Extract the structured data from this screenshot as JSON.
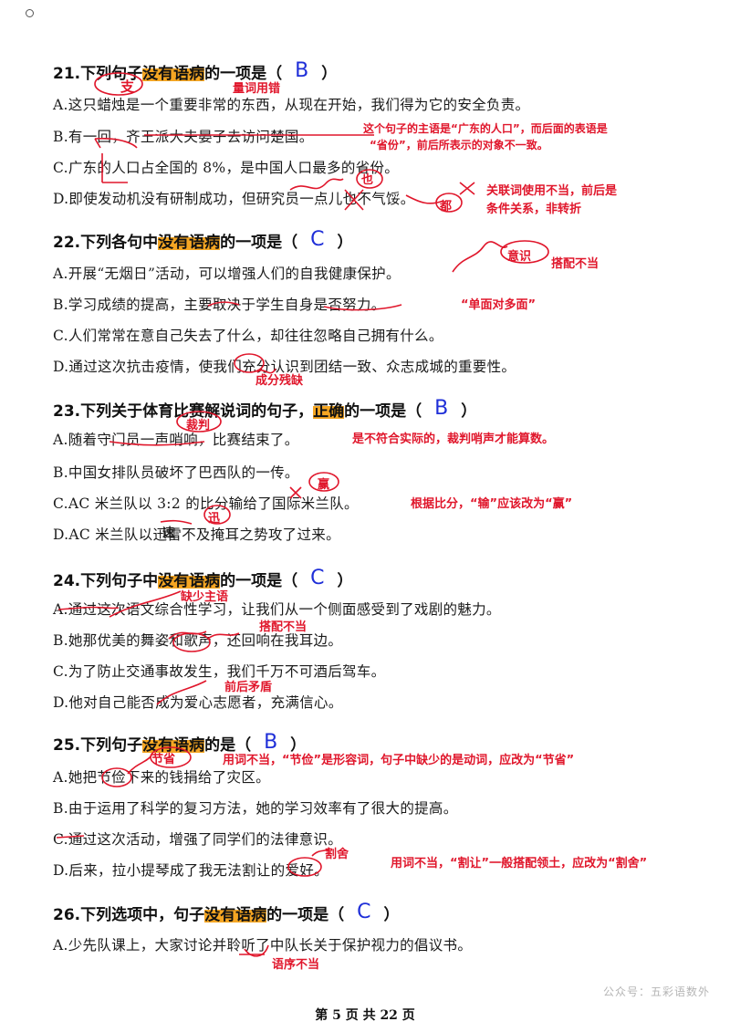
{
  "questions": [
    {
      "num": "21.",
      "pre": "下列句子",
      "highlight": "没有语病",
      "post": "的一项是（",
      "close": "）",
      "answer": "B",
      "options": [
        "A.这只蜡烛是一个重要非常的东西，从现在开始，我们得为它的安全负责。",
        "B.有一回，齐王派大夫晏子去访问楚国。",
        "C.广东的人口占全国的 8%，是中国人口最多的省份。",
        "D.即使发动机没有研制成功，但研究员一点儿也不气馁。"
      ],
      "notes": [
        "支",
        "量词用错",
        "这个句子的主语是“广东的人口”，而后面的表语是",
        "“省份”，前后所表示的对象不一致。",
        "也",
        "都",
        "关联词使用不当，前后是",
        "条件关系，非转折"
      ]
    },
    {
      "num": "22.",
      "pre": "下列各句中",
      "highlight": "没有语病",
      "post": "的一项是（",
      "close": "）",
      "answer": "C",
      "options": [
        "A.开展“无烟日”活动，可以增强人们的自我健康保护。",
        "B.学习成绩的提高，主要取决于学生自身是否努力。",
        "C.人们常常在意自己失去了什么，却往往忽略自己拥有什么。",
        "D.通过这次抗击疫情，使我们充分认识到团结一致、众志成城的重要性。"
      ],
      "notes": [
        "意识",
        "搭配不当",
        "“单面对多面”",
        "成分残缺"
      ]
    },
    {
      "num": "23.",
      "pre": "下列关于体育比赛解说词的句子，",
      "highlight": "正确",
      "post": "的一项是（",
      "close": "）",
      "answer": "B",
      "options": [
        "A.随着守门员一声哨响，比赛结束了。",
        "B.中国女排队员破坏了巴西队的一传。",
        "C.AC 米兰队以 3:2 的比分输给了国际米兰队。",
        "D.AC 米兰队以迅雷不及掩耳之势攻了过来。"
      ],
      "notes": [
        "裁判",
        "是不符合实际的，裁判哨声才能算数。",
        "赢",
        "根据比分，“输”应该改为“赢”",
        "迅",
        "速"
      ]
    },
    {
      "num": "24.",
      "pre": "下列句子中",
      "highlight": "没有语病",
      "post": "的一项是（",
      "close": "）",
      "answer": "C",
      "options": [
        "A.通过这次语文综合性学习，让我们从一个侧面感受到了戏剧的魅力。",
        "B.她那优美的舞姿和歌声，还回响在我耳边。",
        "C.为了防止交通事故发生，我们千万不可酒后驾车。",
        "D.他对自己能否成为爱心志愿者，充满信心。"
      ],
      "notes": [
        "缺少主语",
        "搭配不当",
        "前后矛盾"
      ]
    },
    {
      "num": "25.",
      "pre": "下列句子",
      "highlight": "没有语病",
      "post": "的是（",
      "close": "）",
      "answer": "B",
      "options": [
        "A.她把节俭下来的钱捐给了灾区。",
        "B.由于运用了科学的复习方法，她的学习效率有了很大的提高。",
        "C.通过这次活动，增强了同学们的法律意识。",
        "D.后来，拉小提琴成了我无法割让的爱好。"
      ],
      "notes": [
        "节省",
        "用词不当，“节俭”是形容词，句子中缺少的是动词，应改为“节省”",
        "割舍",
        "用词不当，“割让”一般搭配领土，应改为“割舍”"
      ]
    },
    {
      "num": "26.",
      "pre": "下列选项中，句子",
      "highlight": "没有语病",
      "post": "的一项是（",
      "close": "）",
      "answer": "C",
      "options": [
        "A.少先队课上，大家讨论并聆听了中队长关于保护视力的倡议书。"
      ],
      "notes": [
        "语序不当"
      ]
    }
  ],
  "footer": {
    "page": "第 5 页 共 22 页",
    "watermark": "公众号：五彩语数外"
  }
}
